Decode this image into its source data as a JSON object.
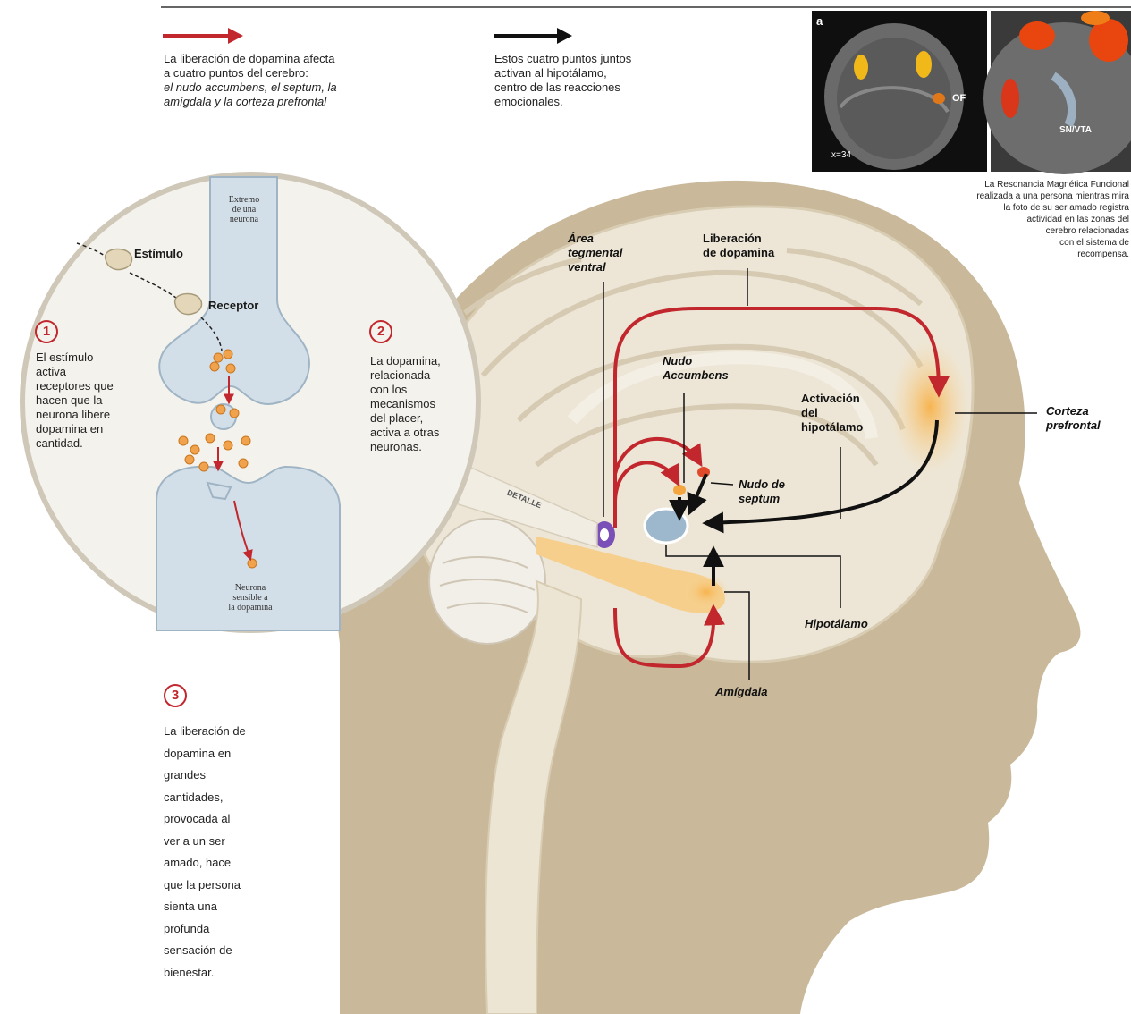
{
  "legend": {
    "red_arrow_text": [
      "La liberación de dopamina afecta",
      "a cuatro puntos del cerebro:"
    ],
    "red_arrow_text_italic": [
      "el nudo accumbens, el septum, la",
      "amígdala y la corteza prefrontal"
    ],
    "black_arrow_text": [
      "Estos cuatro puntos juntos",
      "activan al hipotálamo,",
      "centro de las reacciones",
      "emocionales."
    ]
  },
  "fmri": {
    "panel_letter": "a",
    "label_of": "OF",
    "label_x": "x=34",
    "label_vta": "SN/VTA"
  },
  "caption": [
    "La Resonancia Magnética Funcional",
    "realizada a una persona mientras mira",
    "la foto de su ser amado registra",
    "actividad en las zonas del",
    "cerebro relacionadas",
    "con el sistema de",
    "recompensa."
  ],
  "circle": {
    "extremo": [
      "Extremo",
      "de una",
      "neurona"
    ],
    "estimulo": "Estímulo",
    "receptor": "Receptor",
    "neurona_sensible": [
      "Neurona",
      "sensible a",
      "la dopamina"
    ],
    "detalle": "DETALLE"
  },
  "steps": {
    "one": {
      "num": "1",
      "text": [
        "El estímulo",
        "activa",
        "receptores que",
        "hacen que la",
        "neurona libere",
        "dopamina en",
        "cantidad."
      ]
    },
    "two": {
      "num": "2",
      "text": [
        "La dopamina,",
        "relacionada",
        "con los",
        "mecanismos",
        "del placer,",
        "activa a otras",
        "neuronas."
      ]
    },
    "three": {
      "num": "3",
      "text": [
        "La liberación de",
        "dopamina en",
        "grandes",
        "cantidades,",
        "provocada al",
        "ver a un ser",
        "amado, hace",
        "que la persona",
        "sienta una",
        "profunda",
        "sensación de",
        "bienestar."
      ]
    }
  },
  "labels": {
    "area_tegmental": [
      "Área",
      "tegmental",
      "ventral"
    ],
    "liberacion": [
      "Liberación",
      "de dopamina"
    ],
    "nudo_accumbens": [
      "Nudo",
      "Accumbens"
    ],
    "activacion": [
      "Activación",
      "del",
      "hipotálamo"
    ],
    "corteza": [
      "Corteza",
      "prefrontal"
    ],
    "nudo_septum": [
      "Nudo de",
      "septum"
    ],
    "hipotalamo": "Hipotálamo",
    "amigdala": "Amígdala"
  }
}
